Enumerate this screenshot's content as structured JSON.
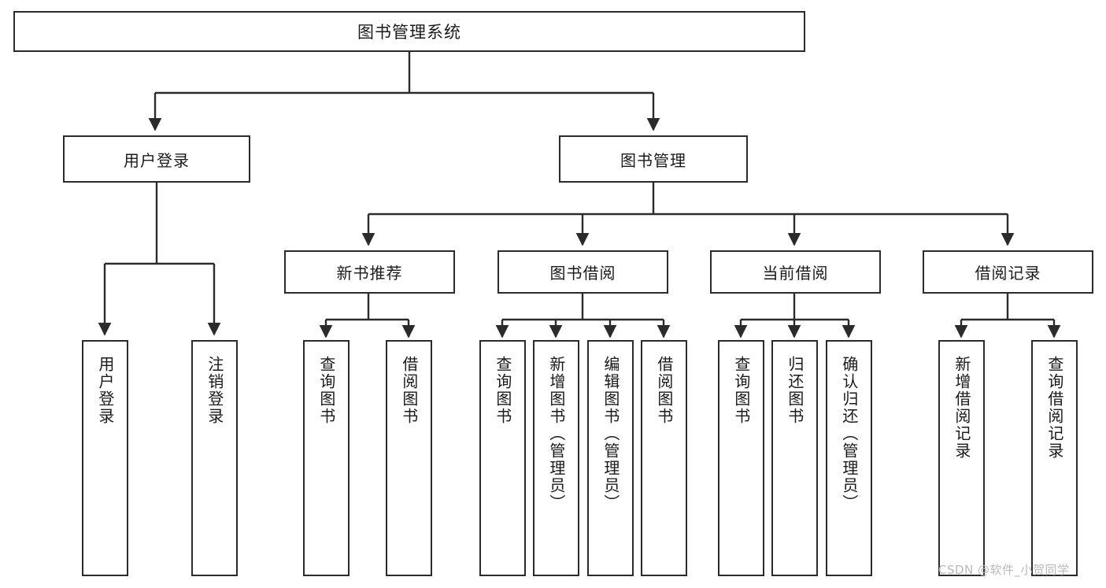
{
  "diagram": {
    "type": "tree",
    "title": "图书管理系统",
    "watermark": "CSDN @软件_小贺同学",
    "colors": {
      "stroke": "#2b2b2b",
      "fill": "#ffffff",
      "text": "#1a1a1a",
      "watermark": "#b9b9b9"
    },
    "nodes": {
      "root": {
        "label": "图书管理系统"
      },
      "level2": [
        {
          "id": "user-login",
          "label": "用户登录"
        },
        {
          "id": "book-manage",
          "label": "图书管理"
        }
      ],
      "level3": [
        {
          "id": "new-book-recommend",
          "label": "新书推荐"
        },
        {
          "id": "book-borrow",
          "label": "图书借阅"
        },
        {
          "id": "current-borrow",
          "label": "当前借阅"
        },
        {
          "id": "borrow-record",
          "label": "借阅记录"
        }
      ],
      "leaves": {
        "user-login": [
          {
            "id": "leaf-user-login",
            "label": "用户登录"
          },
          {
            "id": "leaf-logout",
            "label": "注销登录"
          }
        ],
        "new-book-recommend": [
          {
            "id": "leaf-query-book-1",
            "label": "查询图书"
          },
          {
            "id": "leaf-borrow-book-1",
            "label": "借阅图书"
          }
        ],
        "book-borrow": [
          {
            "id": "leaf-query-book-2",
            "label": "查询图书"
          },
          {
            "id": "leaf-add-book",
            "label": "新增图书（管理员）"
          },
          {
            "id": "leaf-edit-book",
            "label": "编辑图书（管理员）"
          },
          {
            "id": "leaf-borrow-book-2",
            "label": "借阅图书"
          }
        ],
        "current-borrow": [
          {
            "id": "leaf-query-book-3",
            "label": "查询图书"
          },
          {
            "id": "leaf-return-book",
            "label": "归还图书"
          },
          {
            "id": "leaf-confirm-return",
            "label": "确认归还（管理员）"
          }
        ],
        "borrow-record": [
          {
            "id": "leaf-add-record",
            "label": "新增借阅记录"
          },
          {
            "id": "leaf-query-record",
            "label": "查询借阅记录"
          }
        ]
      }
    }
  }
}
